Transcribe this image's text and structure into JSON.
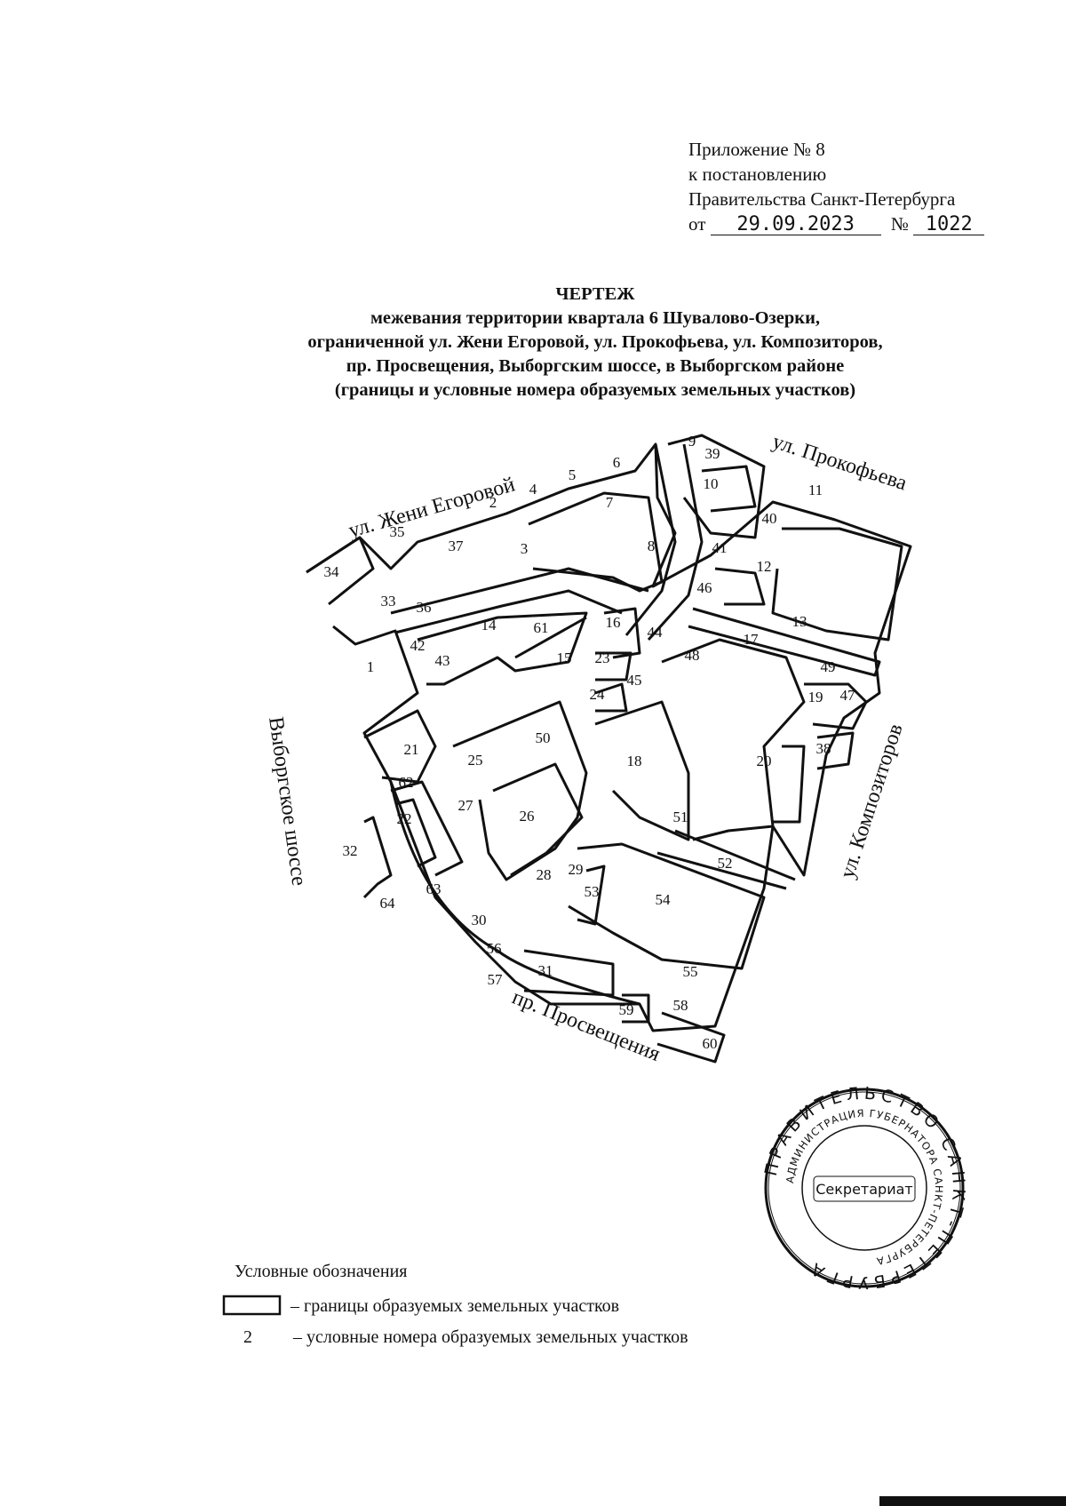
{
  "header": {
    "line1": "Приложение № 8",
    "line2": "к постановлению",
    "line3": "Правительства Санкт-Петербурга",
    "date_prefix": "от",
    "date": "29.09.2023",
    "number_prefix": "№",
    "number": "1022"
  },
  "title": {
    "heading": "ЧЕРТЕЖ",
    "line1": "межевания территории квартала 6  Шувалово-Озерки,",
    "line2": "ограниченной ул. Жени Егоровой, ул. Прокофьева, ул. Композиторов,",
    "line3": "пр. Просвещения, Выборгским шоссе, в Выборгском районе",
    "line4": "(границы и условные номера образуемых земельных участков)"
  },
  "streets": {
    "zheni": "ул. Жени Егоровой",
    "prokofieva": "ул. Прокофьева",
    "kompozitorov": "ул. Композиторов",
    "vyborgskoe": "Выборгское шоссе",
    "prosvesch": "пр. Просвещения"
  },
  "parcels": [
    "1",
    "2",
    "3",
    "4",
    "5",
    "6",
    "7",
    "8",
    "9",
    "10",
    "11",
    "12",
    "13",
    "14",
    "15",
    "16",
    "17",
    "18",
    "19",
    "20",
    "21",
    "22",
    "23",
    "24",
    "25",
    "26",
    "27",
    "28",
    "29",
    "30",
    "31",
    "32",
    "33",
    "34",
    "35",
    "36",
    "37",
    "38",
    "39",
    "40",
    "41",
    "42",
    "43",
    "44",
    "45",
    "46",
    "47",
    "48",
    "49",
    "50",
    "51",
    "52",
    "53",
    "54",
    "55",
    "56",
    "57",
    "58",
    "59",
    "60",
    "61",
    "62",
    "63",
    "64"
  ],
  "legend": {
    "title": "Условные обозначения",
    "boundary_text": "– границы образуемых земельных участков",
    "number_sample": "2",
    "number_text": "– условные номера образуемых земельных участков"
  },
  "stamp": {
    "outer": "ПРАВИТЕЛЬСТВО САНКТ-ПЕТЕРБУРГА",
    "inner": "АДМИНИСТРАЦИЯ ГУБЕРНАТОРА САНКТ-ПЕТЕРБУРГА",
    "center": "Секретариат"
  }
}
